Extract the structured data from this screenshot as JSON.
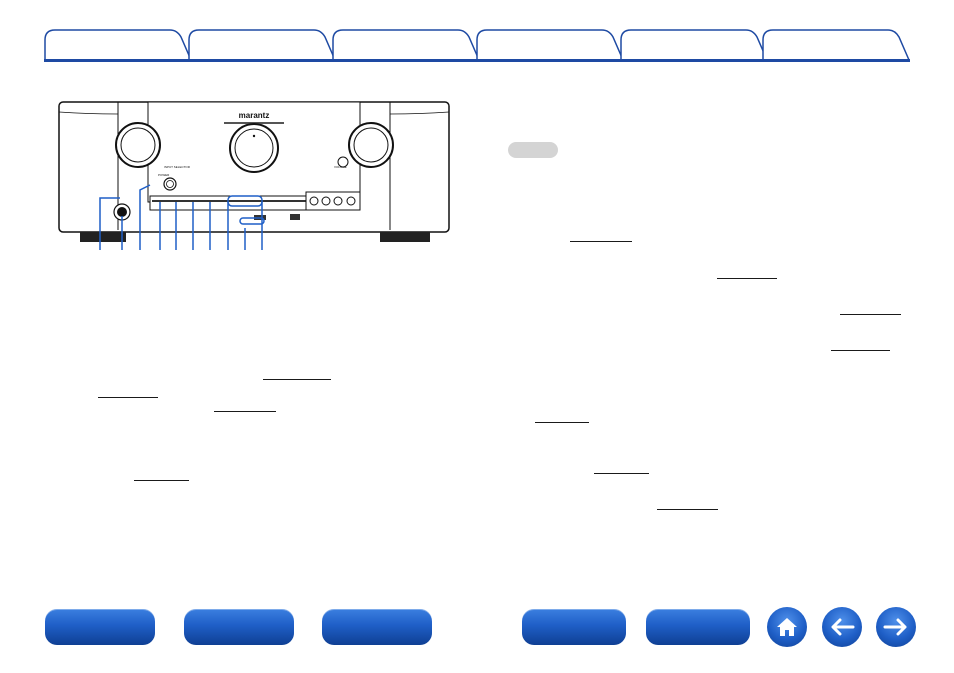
{
  "tabs": [
    {
      "label": ""
    },
    {
      "label": ""
    },
    {
      "label": ""
    },
    {
      "label": ""
    },
    {
      "label": ""
    },
    {
      "label": ""
    }
  ],
  "device": {
    "brand": "marantz",
    "knob_left_label": "INPUT SELECTOR",
    "knob_right_label": "VOLUME",
    "power_label": "POWER"
  },
  "colors": {
    "accent": "#1e4aa3",
    "button_blue": "#1f5fc7",
    "badge_gray": "#d4d4d4"
  },
  "nav": {
    "buttons": [
      "",
      "",
      "",
      "",
      ""
    ],
    "icons": [
      "home-icon",
      "arrow-left-icon",
      "arrow-right-icon"
    ]
  }
}
